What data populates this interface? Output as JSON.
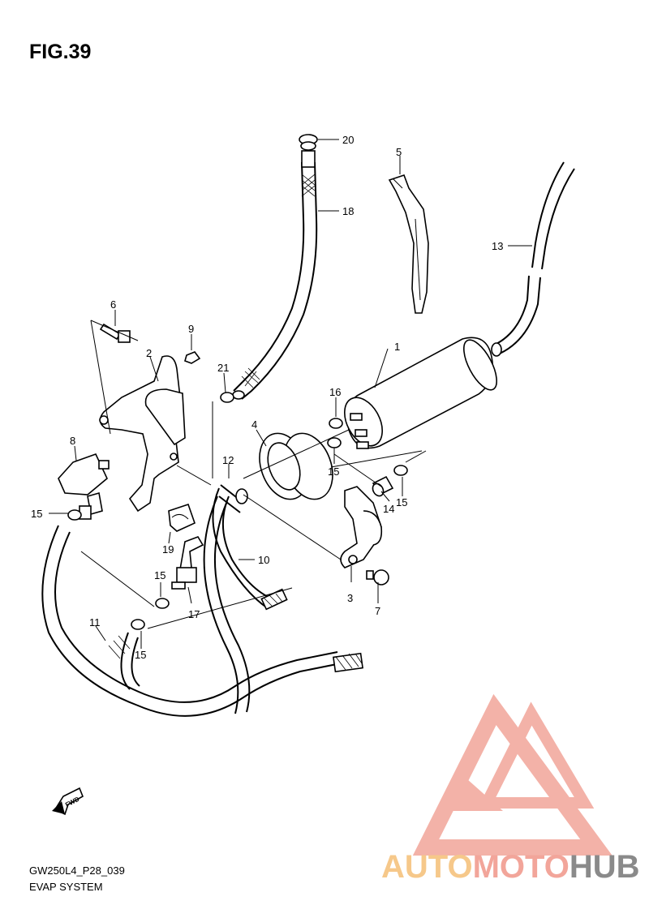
{
  "figure": {
    "title": "FIG.39",
    "code": "GW250L4_P28_039",
    "description": "EVAP SYSTEM",
    "fwd_label": "FWD"
  },
  "callouts": [
    "1",
    "2",
    "3",
    "4",
    "5",
    "6",
    "7",
    "8",
    "9",
    "10",
    "11",
    "12",
    "13",
    "14",
    "15",
    "15",
    "15",
    "15",
    "15",
    "16",
    "17",
    "18",
    "19",
    "20",
    "21"
  ],
  "watermark": {
    "auto": "AUTO",
    "moto": "MOTO",
    "hub": "HUB",
    "colors": {
      "auto": "#f6c88a",
      "moto": "#f2a59a",
      "hub": "#8a8a8a",
      "logo": "#f2a59a"
    }
  }
}
